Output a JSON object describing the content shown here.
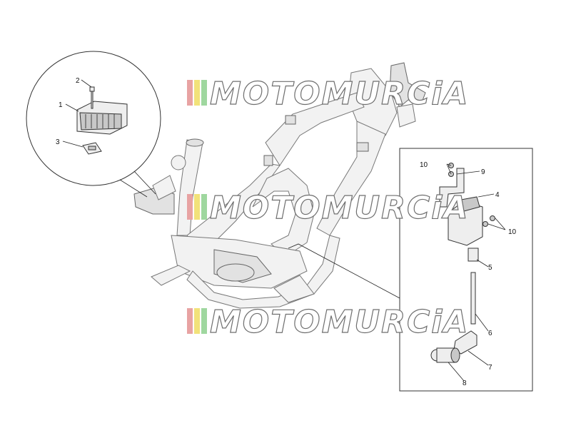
{
  "diagram": {
    "callouts": [
      {
        "id": "1",
        "label": "1"
      },
      {
        "id": "2",
        "label": "2"
      },
      {
        "id": "3",
        "label": "3"
      },
      {
        "id": "4",
        "label": "4"
      },
      {
        "id": "5",
        "label": "5"
      },
      {
        "id": "6",
        "label": "6"
      },
      {
        "id": "7",
        "label": "7"
      },
      {
        "id": "8",
        "label": "8"
      },
      {
        "id": "9",
        "label": "9"
      },
      {
        "id": "10a",
        "label": "10"
      },
      {
        "id": "10b",
        "label": "10"
      }
    ]
  },
  "watermark": {
    "text": "MOTOMURCiA",
    "stripe_colors": [
      "#e8a3a3",
      "#f2e27a",
      "#9fd79f"
    ]
  }
}
